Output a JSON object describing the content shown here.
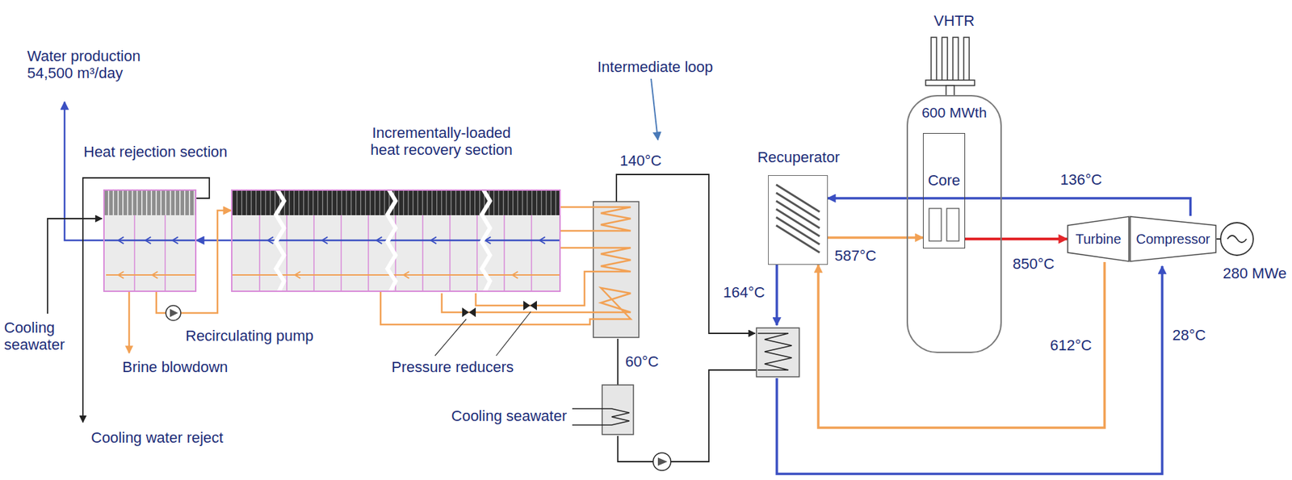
{
  "diagram": {
    "nodes": [
      {
        "text": [
          "Heat rejection section"
        ]
      },
      {
        "text": [
          "Incrementally-loaded heat recovery section"
        ]
      },
      {
        "text": [
          "Recuperator"
        ]
      },
      {
        "text": [
          "VHTR",
          "600 MWth"
        ]
      },
      {
        "text": [
          "Core"
        ],
        "in": 3
      },
      {
        "text": [
          "Turbine"
        ]
      },
      {
        "text": [
          "Compressor"
        ]
      }
    ],
    "edges": [
      {
        "from": 4,
        "to": 5,
        "arrow": "to",
        "label": "850°C"
      },
      {
        "from": 2,
        "to": 4,
        "arrow": "to",
        "label": "587°C"
      },
      {
        "from": 6,
        "to": 2,
        "arrow": "to",
        "label": "136°C"
      },
      {
        "from": 5,
        "to": 2,
        "arrow": "to",
        "label": "612°C"
      },
      {
        "from": 1,
        "to": 0,
        "arrow": "to"
      },
      {
        "from": 0,
        "to": 1,
        "arrow": "to"
      }
    ],
    "labels": [
      "Water production 54,500 m³/day",
      "Intermediate loop",
      "140°C",
      "164°C",
      "60°C",
      "28°C",
      "280 MWe",
      "Cooling seawater",
      "Cooling seawater",
      "Recirculating pump",
      "Brine blowdown",
      "Cooling water reject",
      "Pressure reducers"
    ]
  }
}
